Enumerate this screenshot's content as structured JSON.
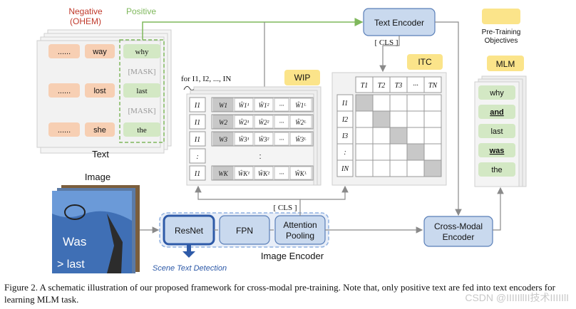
{
  "labels": {
    "negative": "Negative",
    "ohem": "(OHEM)",
    "positive": "Positive",
    "text": "Text",
    "image": "Image",
    "for_label": "for I1, I2, ..., IN",
    "cls_top": "[ CLS ]",
    "cls_bottom": "[ CLS ]",
    "pretraining_objectives": [
      "Pre-Training",
      "Objectives"
    ],
    "image_encoder": "Image Encoder",
    "scene_text_detection": "Scene Text Detection"
  },
  "text_input": {
    "negatives": [
      "......",
      "way",
      "......",
      "lost",
      "......",
      "she"
    ],
    "positives": [
      "why",
      "[MASK]",
      "last",
      "[MASK]",
      "the"
    ]
  },
  "blocks": {
    "text_encoder": "Text Encoder",
    "wip": "WIP",
    "itc": "ITC",
    "mlm": "MLM",
    "resnet": "ResNet",
    "fpn": "FPN",
    "attention_pooling": [
      "Attention",
      "Pooling"
    ],
    "cross_modal_encoder": [
      "Cross-Modal",
      "Encoder"
    ]
  },
  "wip_matrix": {
    "row_labels": [
      "I1",
      "I1",
      "I1",
      ":",
      "I1"
    ],
    "rows": [
      [
        "W1",
        "Ŵ1¹",
        "Ŵ1²",
        "···",
        "Ŵ1ᴸ"
      ],
      [
        "W2",
        "Ŵ2¹",
        "Ŵ2²",
        "···",
        "Ŵ2ᴸ"
      ],
      [
        "W3",
        "Ŵ3¹",
        "Ŵ3²",
        "···",
        "Ŵ3ᴸ"
      ],
      [
        "",
        "",
        ":",
        "",
        ""
      ],
      [
        "WK",
        "ŴK¹",
        "ŴK²",
        "···",
        "ŴKᴸ"
      ]
    ]
  },
  "itc_matrix": {
    "col_labels": [
      "T1",
      "T2",
      "T3",
      "···",
      "TN"
    ],
    "row_labels": [
      "I1",
      "I2",
      "I3",
      ":",
      "IN"
    ]
  },
  "image_tokens": [
    "Was",
    "> last"
  ],
  "mlm_outputs": [
    "why",
    "and",
    "last",
    "was",
    "the"
  ],
  "caption": "Figure 2. A schematic illustration of our proposed framework for cross-modal pre-training. Note that, only positive text are fed into text encoders for learning MLM task.",
  "watermark": "CSDN @IIIIIllII技术IIIIIlI",
  "colors": {
    "blue_fill": "#c9d9ee",
    "blue_stroke": "#5a7fb8",
    "dark_blue": "#2e5aa8",
    "yellow_fill": "#fbe48a",
    "green_fill": "#d3e8c4",
    "green_stroke": "#7fb85c",
    "orange_fill": "#f7cfb3",
    "gray_cell": "#c8c8c8"
  }
}
